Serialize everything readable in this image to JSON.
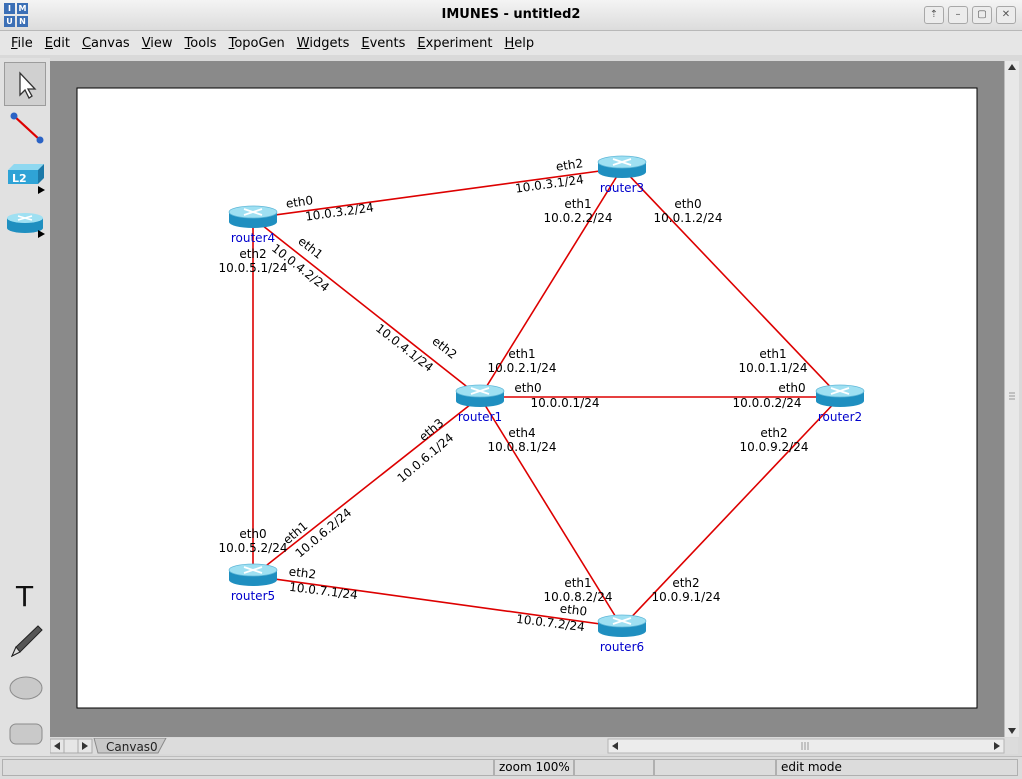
{
  "window": {
    "title": "IMUNES - untitled2",
    "icon_letters": [
      "I",
      "M",
      "U",
      "N"
    ]
  },
  "menubar": [
    {
      "mnemonic": "F",
      "rest": "ile"
    },
    {
      "mnemonic": "E",
      "rest": "dit"
    },
    {
      "mnemonic": "C",
      "rest": "anvas"
    },
    {
      "mnemonic": "V",
      "rest": "iew"
    },
    {
      "mnemonic": "T",
      "rest": "ools"
    },
    {
      "mnemonic": "T",
      "rest": "opoGen"
    },
    {
      "mnemonic": "W",
      "rest": "idgets"
    },
    {
      "mnemonic": "E",
      "rest": "vents"
    },
    {
      "mnemonic": "E",
      "rest": "xperiment"
    },
    {
      "mnemonic": "H",
      "rest": "elp"
    }
  ],
  "toolbox": {
    "l2_label": "L2",
    "text_tool_glyph": "T"
  },
  "canvas_tab": "Canvas0",
  "status": {
    "zoom": "zoom 100%",
    "mode": "edit mode"
  },
  "colors": {
    "link": "#dd0000",
    "node_label": "#0000cc",
    "router_top": "#9fe0f2",
    "router_body": "#1f8fc0"
  },
  "topology": {
    "nodes": [
      {
        "id": "router1",
        "name": "router1",
        "icon": "router-icon"
      },
      {
        "id": "router2",
        "name": "router2",
        "icon": "router-icon"
      },
      {
        "id": "router3",
        "name": "router3",
        "icon": "router-icon"
      },
      {
        "id": "router4",
        "name": "router4",
        "icon": "router-icon"
      },
      {
        "id": "router5",
        "name": "router5",
        "icon": "router-icon"
      },
      {
        "id": "router6",
        "name": "router6",
        "icon": "router-icon"
      }
    ],
    "links": [
      {
        "a": "router4",
        "b": "router3",
        "a_if": "eth0",
        "a_ip": "10.0.3.2/24",
        "b_if": "eth2",
        "b_ip": "10.0.3.1/24"
      },
      {
        "a": "router3",
        "b": "router2",
        "a_if": "eth0",
        "a_ip": "10.0.1.2/24",
        "b_if": "eth1",
        "b_ip": "10.0.1.1/24"
      },
      {
        "a": "router3",
        "b": "router1",
        "a_if": "eth1",
        "a_ip": "10.0.2.2/24",
        "b_if": "eth1",
        "b_ip": "10.0.2.1/24"
      },
      {
        "a": "router4",
        "b": "router1",
        "a_if": "eth1",
        "a_ip": "10.0.4.2/24",
        "b_if": "eth2",
        "b_ip": "10.0.4.1/24"
      },
      {
        "a": "router4",
        "b": "router5",
        "a_if": "eth2",
        "a_ip": "10.0.5.1/24",
        "b_if": "eth0",
        "b_ip": "10.0.5.2/24"
      },
      {
        "a": "router1",
        "b": "router2",
        "a_if": "eth0",
        "a_ip": "10.0.0.1/24",
        "b_if": "eth0",
        "b_ip": "10.0.0.2/24"
      },
      {
        "a": "router1",
        "b": "router5",
        "a_if": "eth3",
        "a_ip": "10.0.6.1/24",
        "b_if": "eth1",
        "b_ip": "10.0.6.2/24"
      },
      {
        "a": "router1",
        "b": "router6",
        "a_if": "eth4",
        "a_ip": "10.0.8.1/24",
        "b_if": "eth1",
        "b_ip": "10.0.8.2/24"
      },
      {
        "a": "router2",
        "b": "router6",
        "a_if": "eth2",
        "a_ip": "10.0.9.2/24",
        "b_if": "eth2",
        "b_ip": "10.0.9.1/24"
      },
      {
        "a": "router5",
        "b": "router6",
        "a_if": "eth2",
        "a_ip": "10.0.7.1/24",
        "b_if": "eth0",
        "b_ip": "10.0.7.2/24"
      }
    ]
  }
}
